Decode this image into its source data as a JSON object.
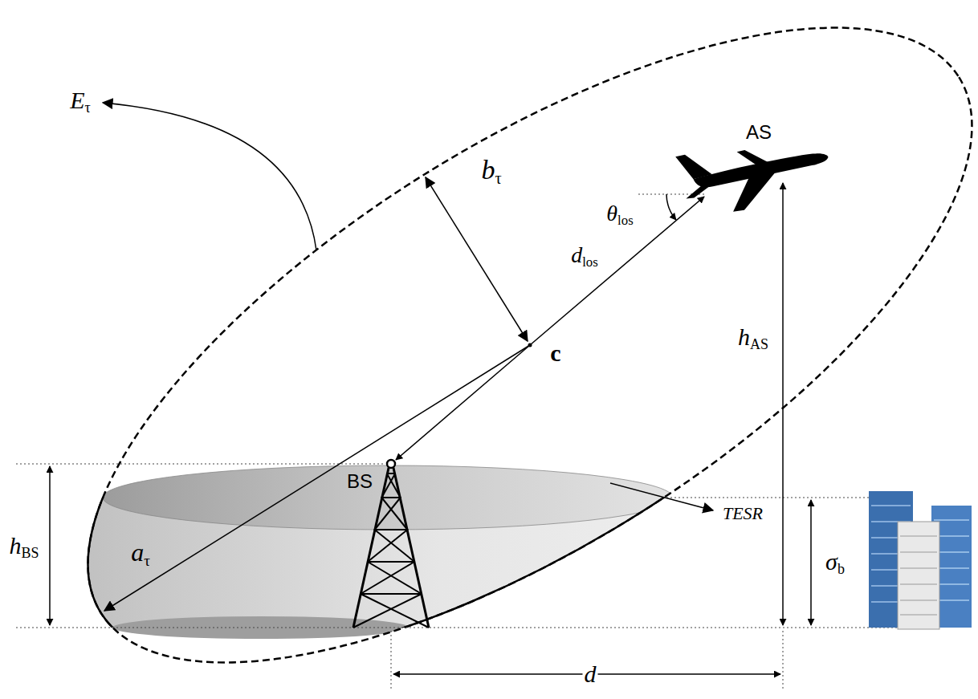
{
  "diagram": {
    "labels": [
      "AS",
      "Eτ",
      "bτ",
      "θlos",
      "dlos",
      "c",
      "BS",
      "hBS",
      "aτ",
      "TESR",
      "σb",
      "hAS",
      "d"
    ]
  }
}
